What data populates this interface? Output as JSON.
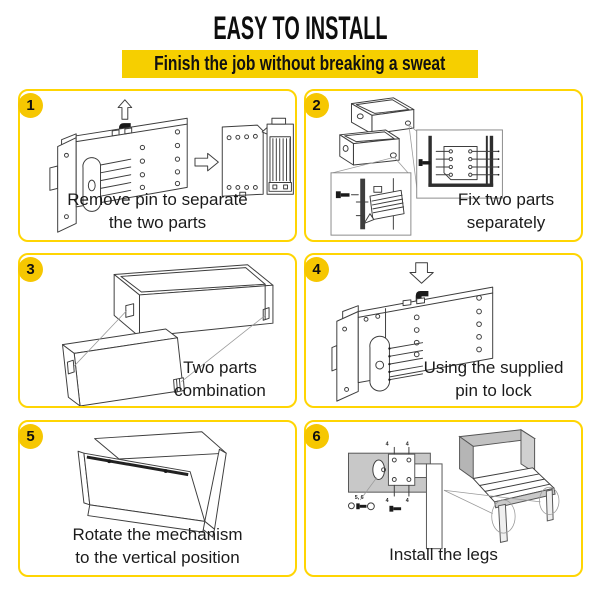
{
  "header": {
    "title": "EASY TO INSTALL",
    "subtitle": "Finish the job without breaking a sweat"
  },
  "colors": {
    "brand_yellow_bar": "#F6CF00",
    "panel_border_yellow": "#FFD503",
    "badge_yellow": "#F6C701",
    "text_dark": "#1b1b1b",
    "line_art": "#3d3d3d",
    "shade_gray": "#c8c8c8"
  },
  "steps": [
    {
      "number": "1",
      "caption_lines": [
        "Remove pin to separate",
        "the two parts"
      ]
    },
    {
      "number": "2",
      "caption_lines": [
        "Fix two parts",
        "separately"
      ]
    },
    {
      "number": "3",
      "caption_lines": [
        "Two parts",
        "combination"
      ]
    },
    {
      "number": "4",
      "caption_lines": [
        "Using the supplied",
        "pin to lock"
      ]
    },
    {
      "number": "5",
      "caption_lines": [
        "Rotate the mechanism",
        "to the vertical position"
      ]
    },
    {
      "number": "6",
      "caption_lines": [
        "Install the legs"
      ],
      "labels": {
        "pin_top": "4 4",
        "pin_bottom": "4 4",
        "washer_screw": "5, 6"
      }
    }
  ]
}
